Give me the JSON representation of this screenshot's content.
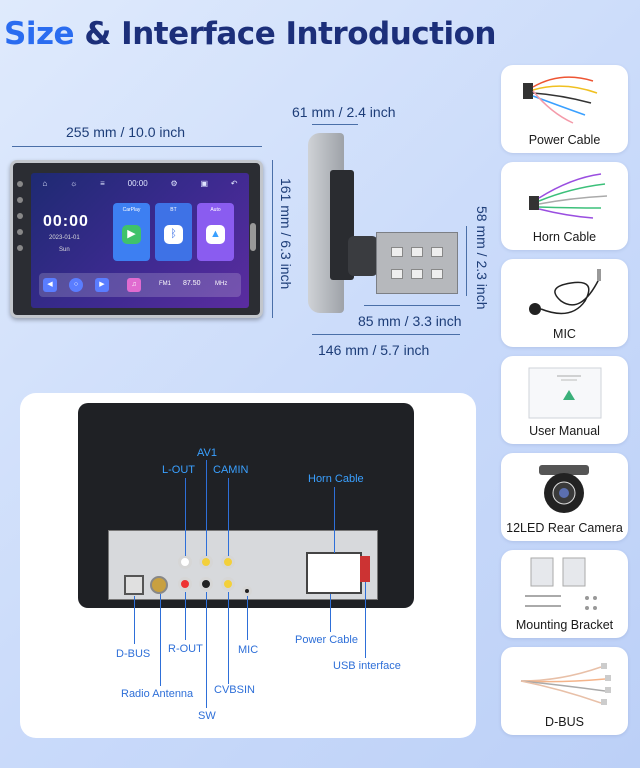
{
  "title": {
    "part1": "Size",
    "part2": "& Interface Introduction"
  },
  "dimensions": {
    "width_front": "255 mm / 10.0 inch",
    "height_front": "161 mm / 6.3 inch",
    "depth_top": "61 mm / 2.4 inch",
    "box_height": "58 mm / 2.3 inch",
    "box_depth": "85 mm / 3.3 inch",
    "depth_total": "146 mm / 5.7 inch"
  },
  "screen": {
    "time_bar": "00:00",
    "clock": "00:00",
    "date": "2023-01-01",
    "day": "Sun",
    "apps": [
      "CarPlay",
      "BT",
      "Auto"
    ],
    "fm_label": "FM1",
    "frequency": "87.50",
    "unit": "MHz"
  },
  "accessories": [
    {
      "label": "Power Cable",
      "icon": "power-cable-icon"
    },
    {
      "label": "Horn Cable",
      "icon": "horn-cable-icon"
    },
    {
      "label": "MIC",
      "icon": "mic-icon"
    },
    {
      "label": "User Manual",
      "icon": "manual-icon"
    },
    {
      "label": "12LED Rear Camera",
      "icon": "camera-icon"
    },
    {
      "label": "Mounting Bracket",
      "icon": "bracket-icon"
    },
    {
      "label": "D-BUS",
      "icon": "dbus-icon"
    }
  ],
  "ports": {
    "av1": "AV1",
    "l_out": "L-OUT",
    "camin": "CAMIN",
    "horn_cable": "Horn Cable",
    "d_bus": "D-BUS",
    "r_out": "R-OUT",
    "mic": "MIC",
    "power_cable": "Power Cable",
    "usb_interface": "USB interface",
    "radio_antenna": "Radio Antenna",
    "cvbsin": "CVBSIN",
    "sw": "SW"
  }
}
